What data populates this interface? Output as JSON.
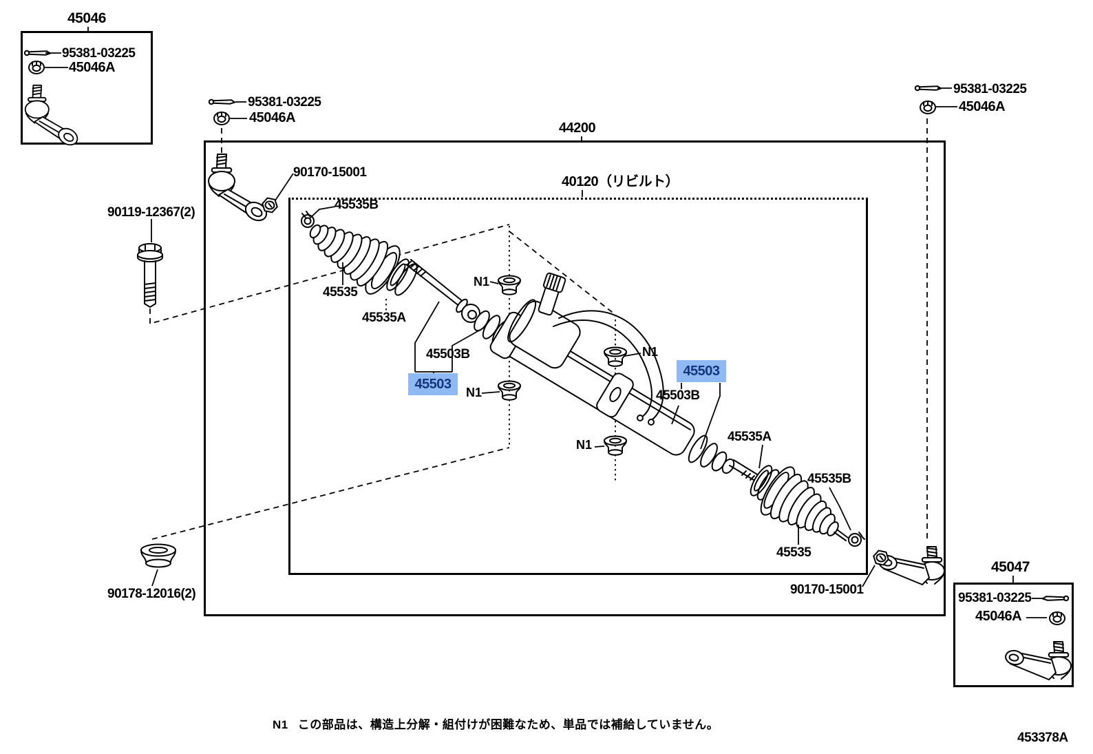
{
  "parts": {
    "p45046": "45046",
    "p44200": "44200",
    "p40120": "40120（リビルト）",
    "p45047": "45047",
    "p95381": "95381-03225",
    "p45046A": "45046A",
    "p90170": "90170-15001",
    "p90119": "90119-12367(2)",
    "p90178": "90178-12016(2)",
    "p45535": "45535",
    "p45535A": "45535A",
    "p45535B": "45535B",
    "p45503": "45503",
    "p45503B": "45503B",
    "n1": "N1"
  },
  "note": {
    "ref": "N1",
    "text": "この部品は、構造上分解・組付けが困難なため、単品では補給していません。"
  },
  "figure_code": "453378A",
  "colors": {
    "line": "#000000",
    "highlight_bg": "#8FB9F2",
    "highlight_text": "#15357E",
    "background": "#FFFFFF"
  }
}
